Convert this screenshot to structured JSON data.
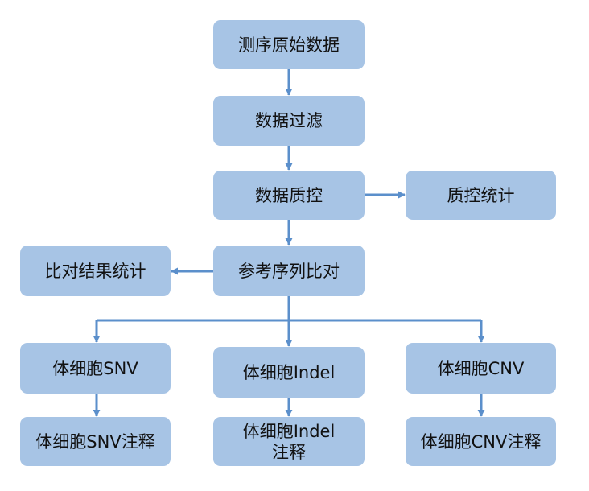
{
  "nodes": {
    "raw_data": "测序原始数据",
    "data_filter": "数据过滤",
    "data_qc": "数据质控",
    "qc_stats": "质控统计",
    "ref_align": "参考序列比对",
    "align_stats": "比对结果统计",
    "snv": "体细胞SNV",
    "indel": "体细胞Indel",
    "cnv": "体细胞CNV",
    "snv_annot": "体细胞SNV注释",
    "indel_annot_line1": "体细胞Indel",
    "indel_annot_line2": "注释",
    "cnv_annot": "体细胞CNV注释"
  },
  "colors": {
    "box_fill": "#a7c4e5",
    "arrow": "#5b8fcb",
    "text": "#111111"
  }
}
